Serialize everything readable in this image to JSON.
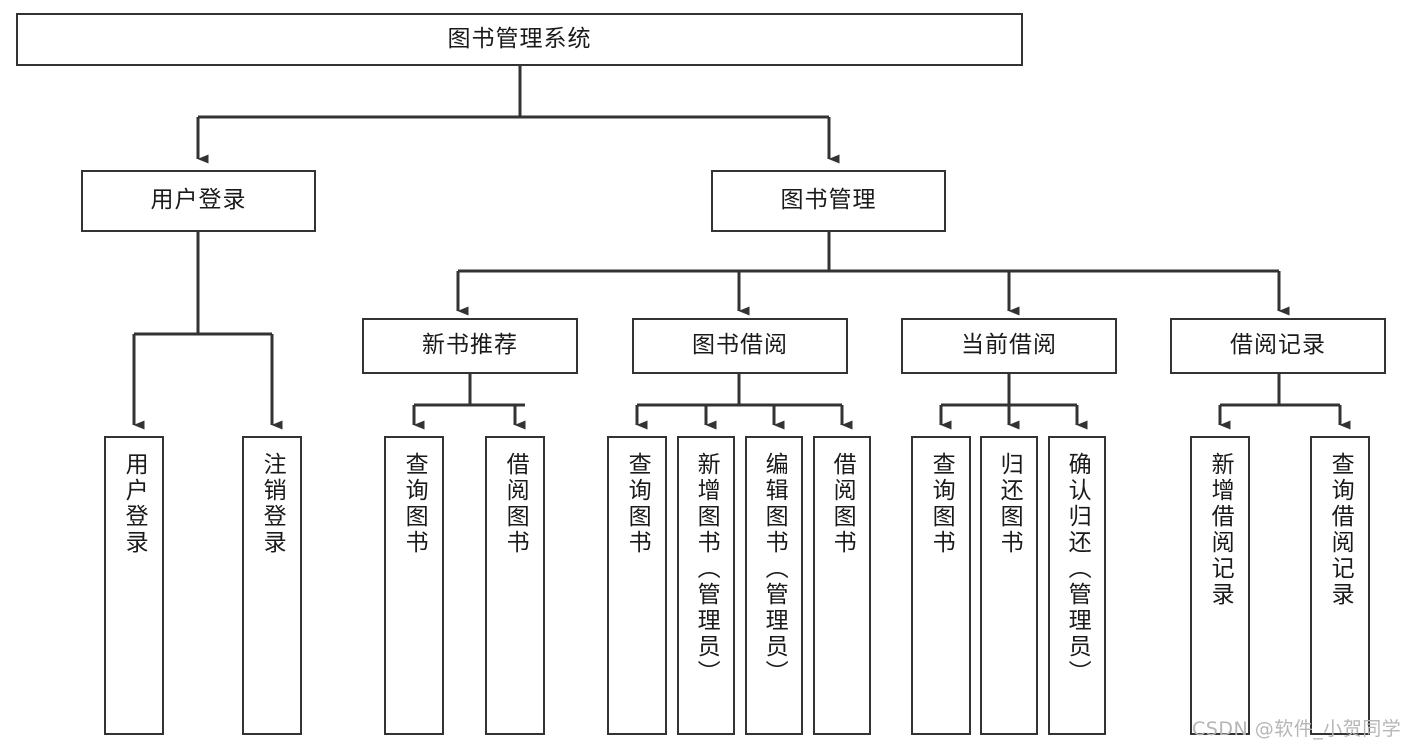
{
  "diagram": {
    "title": "图书管理系统",
    "type": "tree-hierarchy",
    "orientation": "top-down",
    "colors": {
      "node_border": "#333333",
      "node_fill": "#ffffff",
      "edge": "#333333",
      "text": "#1a1a1a",
      "watermark": "#b6b6b6"
    },
    "root": {
      "label": "图书管理系统"
    },
    "level2": [
      {
        "label": "用户登录"
      },
      {
        "label": "图书管理"
      }
    ],
    "level3": [
      {
        "label": "新书推荐"
      },
      {
        "label": "图书借阅"
      },
      {
        "label": "当前借阅"
      },
      {
        "label": "借阅记录"
      }
    ],
    "leaves": {
      "user_login": [
        {
          "label": "用户登录"
        },
        {
          "label": "注销登录"
        }
      ],
      "new_book_recommend": [
        {
          "label": "查询图书"
        },
        {
          "label": "借阅图书"
        }
      ],
      "book_borrow": [
        {
          "label": "查询图书"
        },
        {
          "label": "新增图书（管理员）"
        },
        {
          "label": "编辑图书（管理员）"
        },
        {
          "label": "借阅图书"
        }
      ],
      "current_borrow": [
        {
          "label": "查询图书"
        },
        {
          "label": "归还图书"
        },
        {
          "label": "确认归还（管理员）"
        }
      ],
      "borrow_record": [
        {
          "label": "新增借阅记录"
        },
        {
          "label": "查询借阅记录"
        }
      ]
    }
  },
  "watermark": {
    "text": "CSDN @软件_小贺同学"
  }
}
